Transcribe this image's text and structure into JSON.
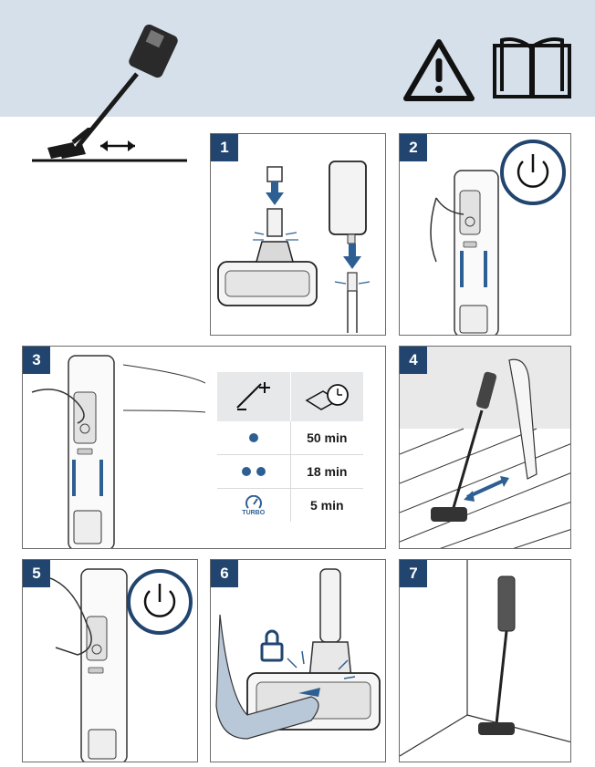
{
  "steps": [
    {
      "number": "1"
    },
    {
      "number": "2"
    },
    {
      "number": "3"
    },
    {
      "number": "4"
    },
    {
      "number": "5"
    },
    {
      "number": "6"
    },
    {
      "number": "7"
    }
  ],
  "runtime_table": {
    "rows": [
      {
        "mode": "eco",
        "time": "50 min"
      },
      {
        "mode": "normal",
        "time": "18 min"
      },
      {
        "mode": "turbo",
        "mode_label": "TURBO",
        "time": "5 min"
      }
    ]
  },
  "colors": {
    "accent": "#21456f",
    "header_bg": "#d6e0ea",
    "highlight": "#2e5f93"
  }
}
